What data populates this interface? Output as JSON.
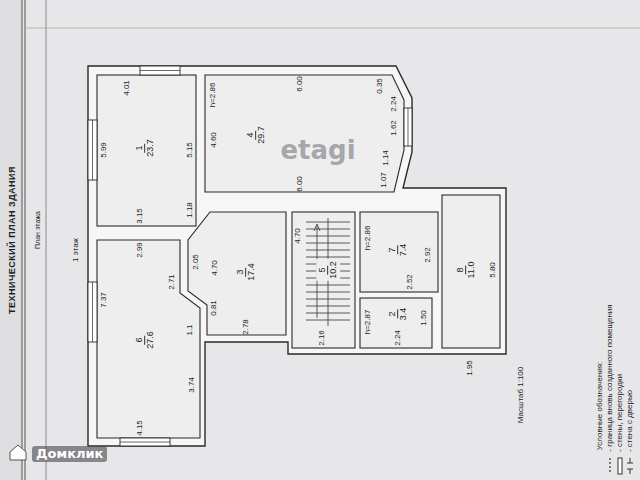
{
  "diagram": {
    "title": "ТЕХНИЧЕСКИЙ ПЛАН ЗДАНИЯ",
    "nodes": [
      {
        "text": [
          "1",
          "23.7"
        ]
      },
      {
        "text": [
          "2",
          "3.4"
        ]
      },
      {
        "text": [
          "3",
          "17.4"
        ]
      },
      {
        "text": [
          "4",
          "29.7"
        ]
      },
      {
        "text": [
          "5",
          "10.2"
        ]
      },
      {
        "text": [
          "6",
          "27.6"
        ]
      },
      {
        "text": [
          "7",
          "7.4"
        ]
      },
      {
        "text": [
          "8",
          "11.0"
        ]
      }
    ],
    "labels": [
      "План этажа",
      "1 этаж",
      "4.01",
      "5.99",
      "5.15",
      "3.15",
      "1.18",
      "h=2.86",
      "4.60",
      "6.00",
      "0.35",
      "2.24",
      "1.62",
      "1.14",
      "1.07",
      "6.00",
      "2.99",
      "2.05",
      "4.70",
      "2.71",
      "0.81",
      "1.1",
      "2.78",
      "4.70",
      "2.16",
      "h=2.86",
      "2.92",
      "2.52",
      "h=2.87",
      "1.50",
      "2.24",
      "5.80",
      "1.95",
      "7.37",
      "3.74",
      "4.15",
      "Масштаб 1:100",
      "Условные обозначения:",
      "etagi",
      "Домклик"
    ],
    "legend": [
      {
        "text": "- граница вновь созданного помещения"
      },
      {
        "text": "- стены, перегородки"
      },
      {
        "text": "- стена с дверью"
      }
    ]
  }
}
